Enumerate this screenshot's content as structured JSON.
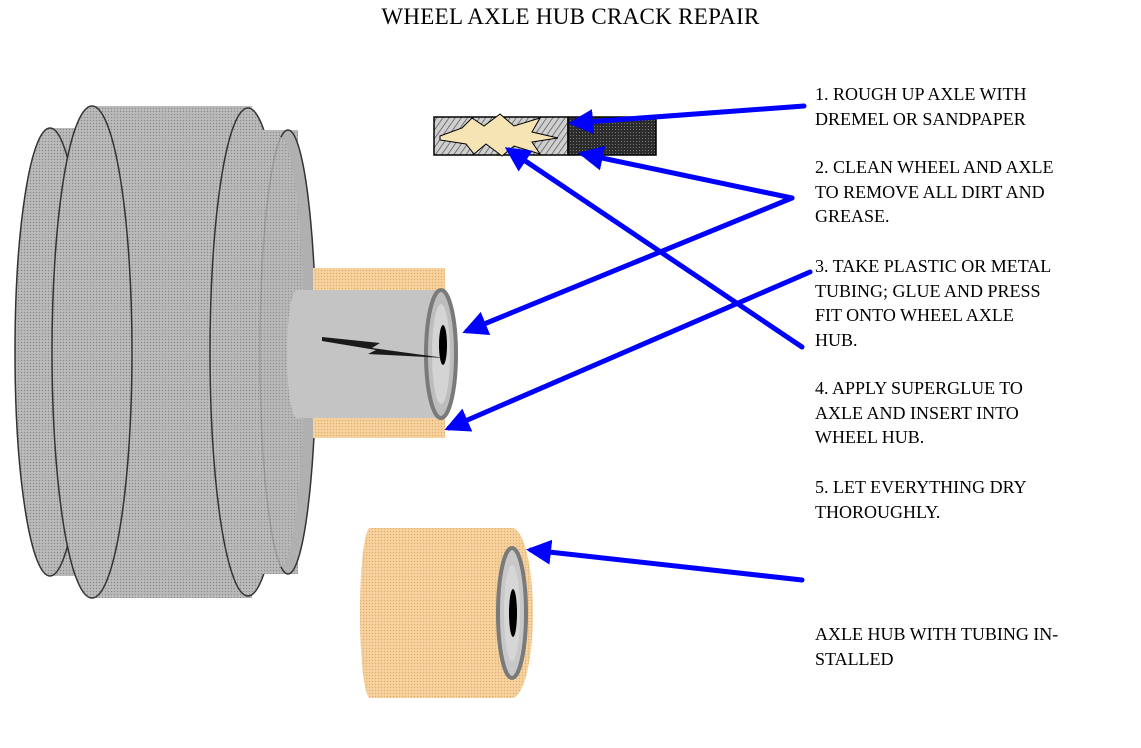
{
  "title": "WHEEL AXLE HUB CRACK REPAIR",
  "colors": {
    "arrow": "#0000ff",
    "wheel_gray": "#a8a8a8",
    "hub_gray": "#c4c4c4",
    "tubing_tan": "#f3cc96",
    "dark": "#303030"
  },
  "steps": [
    {
      "lines": [
        "1. ROUGH UP AXLE WITH",
        "DREMEL OR SANDPAPER"
      ]
    },
    {
      "lines": [
        "2. CLEAN WHEEL AND AXLE",
        "TO REMOVE ALL DIRT AND",
        "GREASE."
      ]
    },
    {
      "lines": [
        "3. TAKE PLASTIC  OR METAL",
        "TUBING; GLUE AND PRESS",
        "FIT  ONTO WHEEL AXLE",
        "HUB."
      ]
    },
    {
      "lines": [
        "4. APPLY SUPERGLUE TO",
        "AXLE AND INSERT INTO",
        "WHEEL HUB."
      ]
    },
    {
      "lines": [
        "5. LET EVERYTHING DRY",
        "THOROUGHLY."
      ]
    },
    {
      "lines": [
        "AXLE HUB WITH TUBING IN-",
        "STALLED"
      ]
    }
  ]
}
